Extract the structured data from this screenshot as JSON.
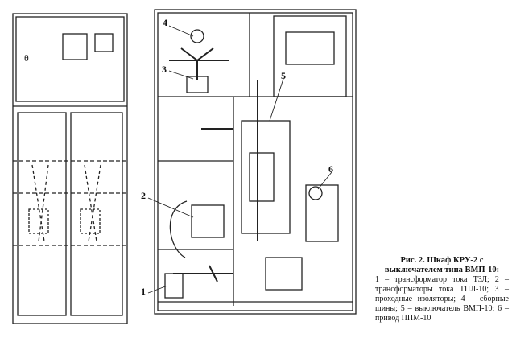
{
  "figure": {
    "title": "Рис.    2. Шкаф КРУ-2 с выключателем типа ВМП-10:",
    "legend": "1 – трансформатор тока ТЗЛ; 2 – трансформаторы тока ТПЛ-10; 3 – проходные изоляторы; 4 – сборные шины; 5 – выключатель ВМП-10; 6 – привод ППМ-10",
    "callouts": [
      "1",
      "2",
      "3",
      "4",
      "5",
      "6"
    ],
    "front_symbol": "θ"
  }
}
